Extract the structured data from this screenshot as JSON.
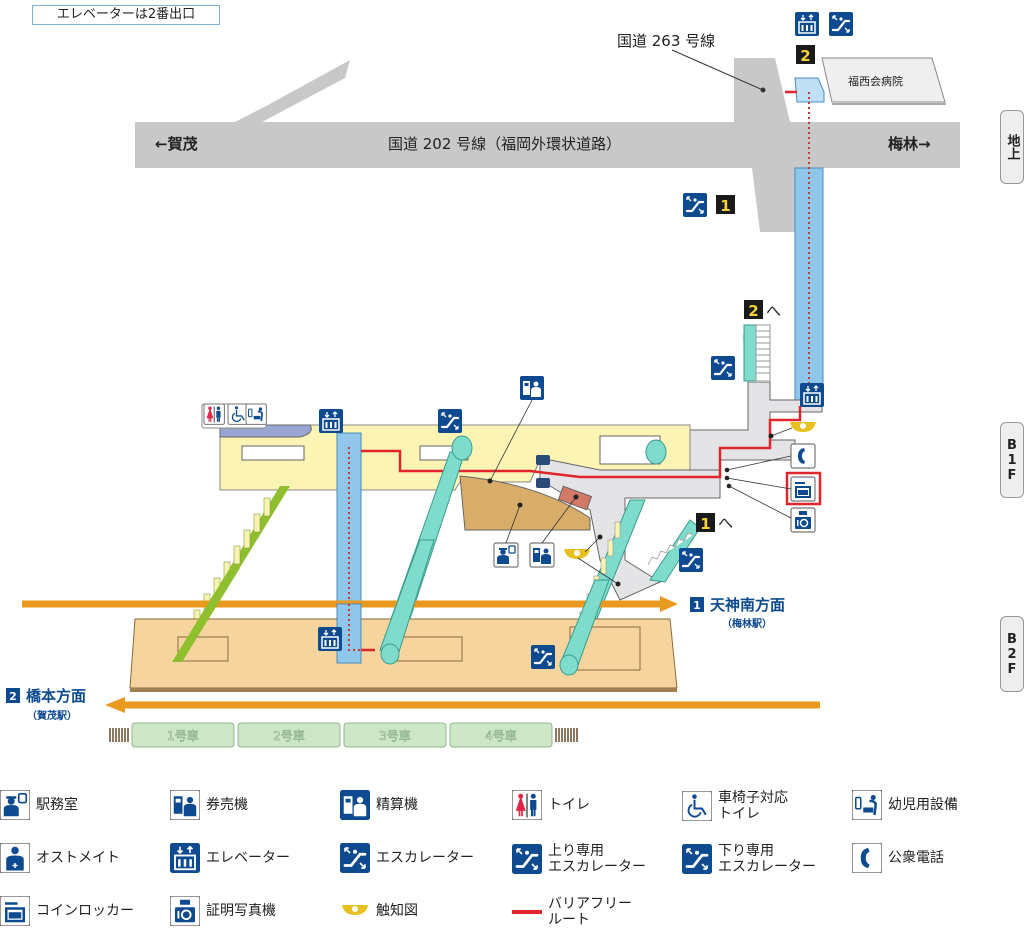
{
  "notice": "エレベーターは2番出口",
  "floors": {
    "ground": "地上",
    "b1": "B1F",
    "b2": "B2F"
  },
  "streets": {
    "main": "国道 202 号線（福岡外環状道路）",
    "cross": "国道 263 号線",
    "left_dir": "←賀茂",
    "right_dir": "梅林→",
    "building": "福西会病院"
  },
  "exits": {
    "exit1": "1",
    "exit2": "2",
    "exit1_to": "1",
    "exit2_to": "2",
    "to_suffix": "へ"
  },
  "directions": {
    "platform1": {
      "num": "1",
      "name": "天神南方面",
      "sub": "（梅林駅）"
    },
    "platform2": {
      "num": "2",
      "name": "橋本方面",
      "sub": "（賀茂駅）"
    }
  },
  "train_cars": [
    "1号車",
    "2号車",
    "3号車",
    "4号車"
  ],
  "legend": [
    {
      "icon": "station-office-icon",
      "label": "駅務室"
    },
    {
      "icon": "ticket-machine-icon",
      "label": "券売機"
    },
    {
      "icon": "fare-adjustment-icon",
      "label": "精算機"
    },
    {
      "icon": "toilet-icon",
      "label": "トイレ"
    },
    {
      "icon": "wheelchair-icon",
      "label": "車椅子対応\nトイレ"
    },
    {
      "icon": "baby-care-icon",
      "label": "幼児用設備"
    },
    {
      "icon": "ostomate-icon",
      "label": "オストメイト"
    },
    {
      "icon": "elevator-icon",
      "label": "エレベーター"
    },
    {
      "icon": "escalator-icon",
      "label": "エスカレーター"
    },
    {
      "icon": "up-escalator-icon",
      "label": "上り専用\nエスカレーター"
    },
    {
      "icon": "down-escalator-icon",
      "label": "下り専用\nエスカレーター"
    },
    {
      "icon": "public-phone-icon",
      "label": "公衆電話"
    },
    {
      "icon": "coin-locker-icon",
      "label": "コインロッカー"
    },
    {
      "icon": "photo-booth-icon",
      "label": "証明写真機"
    },
    {
      "icon": "tactile-map-icon",
      "label": "触知図"
    },
    {
      "icon": "barrier-free-route-icon",
      "label": "バリアフリー\nルート"
    }
  ],
  "colors": {
    "icon_blue": "#0d4a8f",
    "road_gray": "#c8c8c8",
    "concourse_yellow": "#fbf4b4",
    "concourse_gray": "#e4e3e6",
    "platform_tan": "#f6d49e",
    "gate_brown": "#d8ad6a",
    "elevator_blue": "#8fc6ea",
    "escalator_teal": "#7fdccc",
    "track_orange": "#e99a1e",
    "route_red": "#e0262b",
    "train_green": "#cde6c8",
    "exit_black": "#1a1a1a",
    "exit_yellow": "#f4d23a",
    "highlight_red": "#e0262b"
  }
}
